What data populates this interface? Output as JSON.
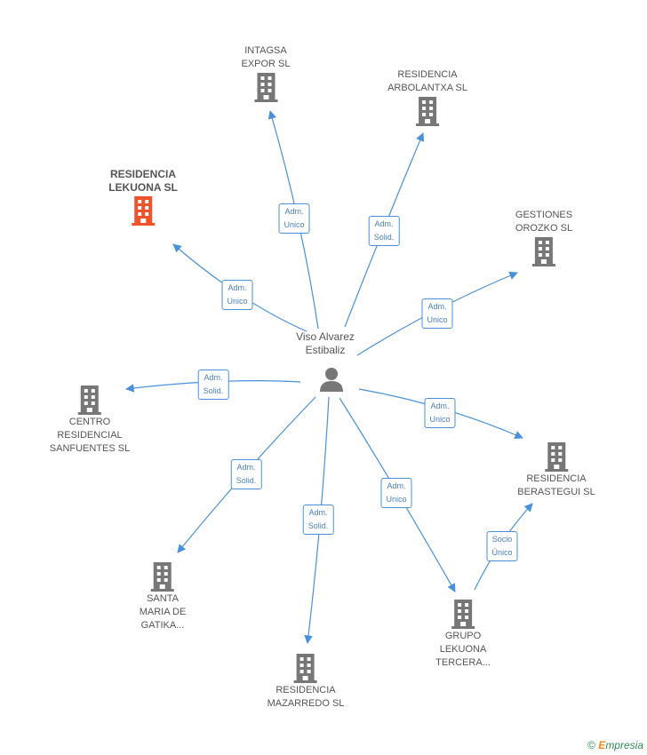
{
  "person": {
    "name_line1": "Viso Alvarez",
    "name_line2": "Estibaliz"
  },
  "companies": {
    "intagsa": [
      "INTAGSA",
      "EXPOR SL"
    ],
    "arbolantxa": [
      "RESIDENCIA",
      "ARBOLANTXA SL"
    ],
    "lekuona": [
      "RESIDENCIA",
      "LEKUONA SL"
    ],
    "orozko": [
      "GESTIONES",
      "OROZKO SL"
    ],
    "sanfuentes": [
      "CENTRO",
      "RESIDENCIAL",
      "SANFUENTES SL"
    ],
    "berastegui": [
      "RESIDENCIA",
      "BERASTEGUI SL"
    ],
    "gatika": [
      "SANTA",
      "MARIA DE",
      "GATIKA..."
    ],
    "tercera": [
      "GRUPO",
      "LEKUONA",
      "TERCERA..."
    ],
    "mazarredo": [
      "RESIDENCIA",
      "MAZARREDO  SL"
    ]
  },
  "edges": {
    "intagsa": [
      "Adm.",
      "Unico"
    ],
    "arbolantxa": [
      "Adm.",
      "Solid."
    ],
    "lekuona": [
      "Adm.",
      "Unico"
    ],
    "orozko": [
      "Adm.",
      "Unico"
    ],
    "sanfuentes": [
      "Adm.",
      "Solid."
    ],
    "berastegui": [
      "Adm.",
      "Unico"
    ],
    "gatika": [
      "Adm.",
      "Solid."
    ],
    "mazarredo": [
      "Adm.",
      "Solid."
    ],
    "tercera": [
      "Adm.",
      "Unico"
    ],
    "tercera_berastegui": [
      "Socio",
      "Único"
    ]
  },
  "colors": {
    "edge": "#4a90d9",
    "building": "#777777",
    "focus_building": "#f0522a"
  },
  "footer": {
    "copyright": "©",
    "brand_e": "E",
    "brand_rest": "mpresia"
  }
}
